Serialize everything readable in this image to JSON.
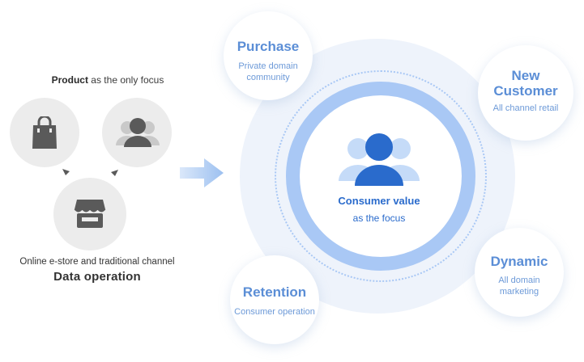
{
  "left": {
    "focus_bold": "Product",
    "focus_rest": " as the only focus",
    "caption": "Online e-store and traditional channel",
    "title": "Data operation"
  },
  "center": {
    "title": "Consumer value",
    "subtitle": "as the focus"
  },
  "satellites": {
    "purchase": {
      "title": "Purchase",
      "sub1": "Private domain",
      "sub2": "community"
    },
    "new_customer": {
      "title1": "New",
      "title2": "Customer",
      "sub": "All channel retail"
    },
    "dynamic": {
      "title": "Dynamic",
      "sub1": "All domain",
      "sub2": "marketing"
    },
    "retention": {
      "title": "Retention",
      "sub": "Consumer operation"
    }
  },
  "colors": {
    "accent": "#2a6bcc",
    "satellite_text": "#5b8ed6",
    "ring": "#a9c8f5",
    "halo": "#eef3fb",
    "gray_icon": "#5a5a5a"
  }
}
